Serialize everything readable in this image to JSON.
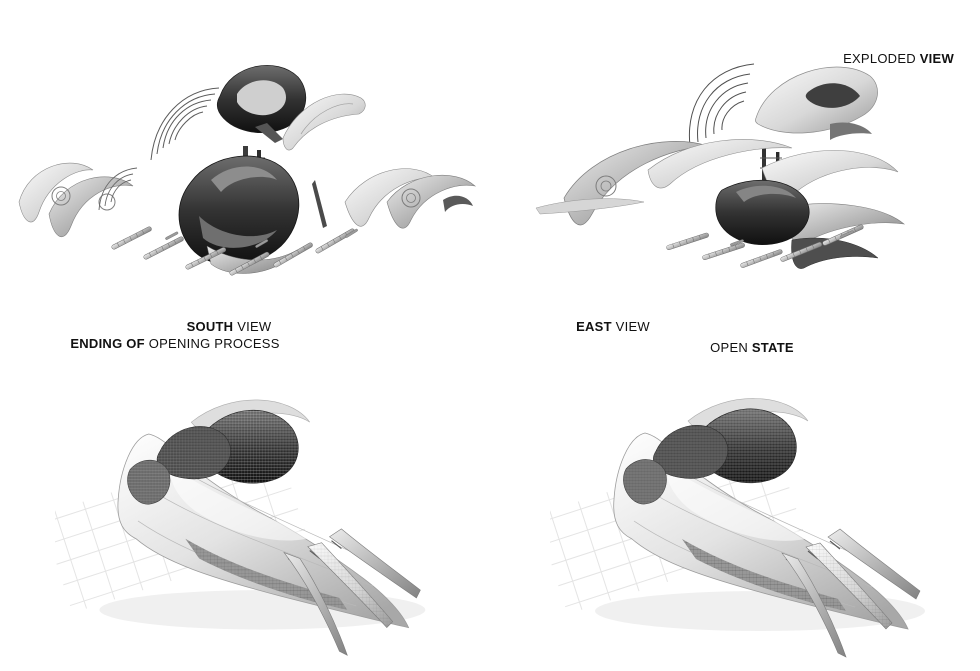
{
  "page": {
    "background": "#ffffff",
    "text_color": "#111111"
  },
  "colors": {
    "render_light": "#f5f5f5",
    "render_mid": "#9a9a9a",
    "render_dark": "#1c1c1c",
    "floor_grid": "#e4e4e4"
  },
  "captions": {
    "exploded": {
      "pre": "EXPLODED",
      "bold": "VIEW"
    },
    "south": {
      "bold": "SOUTH",
      "post": "VIEW"
    },
    "ending": {
      "bold": "ENDING OF",
      "post": "OPENING PROCESS"
    },
    "east": {
      "bold": "EAST",
      "post": "VIEW"
    },
    "open": {
      "pre": "OPEN",
      "bold": "STATE"
    }
  }
}
